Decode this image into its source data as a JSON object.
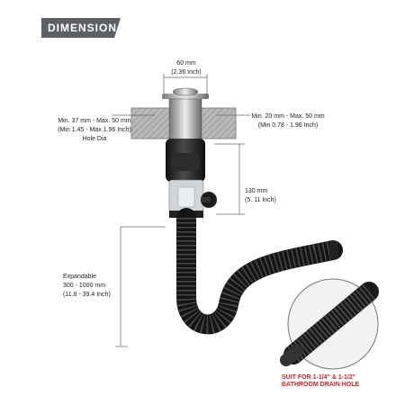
{
  "banner": {
    "title": "DIMENSION"
  },
  "dimensions": {
    "top_width_mm": "60  mm",
    "top_width_in": "(2.36 Inch)",
    "left_range_mm": "Min. 37 mm - Max. 50 mm",
    "left_range_in": "(Min 1.45 - Max 1.96 Inch)",
    "left_note": "Hole Dia",
    "right_range_mm": "Min. 20 mm - Max. 50 mm",
    "right_range_in": "(Min 0.78 - 1.96 Inch)",
    "height_mm": "130 mm",
    "height_in": "(5. 11 Inch)",
    "expand_title": "Expandable",
    "expand_mm": "300 - 1000 mm",
    "expand_in": "(11.8 - 39.4 Inch)"
  },
  "callout": {
    "line1": "SUIT FOR 1-1/4\" & 1-1/2\"",
    "line2": "BATHROOM DRAIN HOLE"
  },
  "colors": {
    "banner": "#5c5f64",
    "warning": "#d0202a",
    "pipe": "#1a1a1a",
    "counter": "#a9a9a9"
  }
}
